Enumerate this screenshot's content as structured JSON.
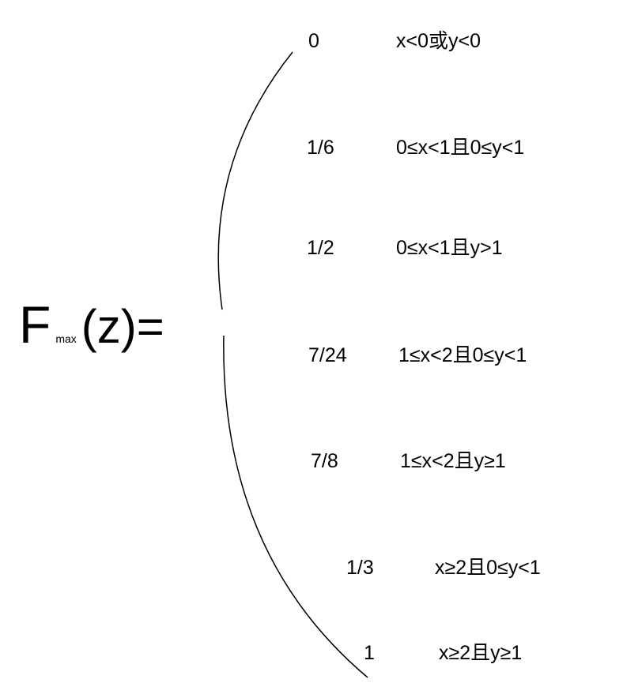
{
  "lhs": {
    "symbol": "F",
    "subscript": "max",
    "argument": "(z)="
  },
  "cases": [
    {
      "value": "0",
      "condition": "x<0或y<0"
    },
    {
      "value": "1/6",
      "condition": "0≤x<1且0≤y<1"
    },
    {
      "value": "1/2",
      "condition": "0≤x<1且y>1"
    },
    {
      "value": "7/24",
      "condition": "1≤x<2且0≤y<1"
    },
    {
      "value": "7/8",
      "condition": "1≤x<2且y≥1"
    },
    {
      "value": "1/3",
      "condition": "x≥2且0≤y<1"
    },
    {
      "value": "1",
      "condition": "x≥2且y≥1"
    }
  ]
}
